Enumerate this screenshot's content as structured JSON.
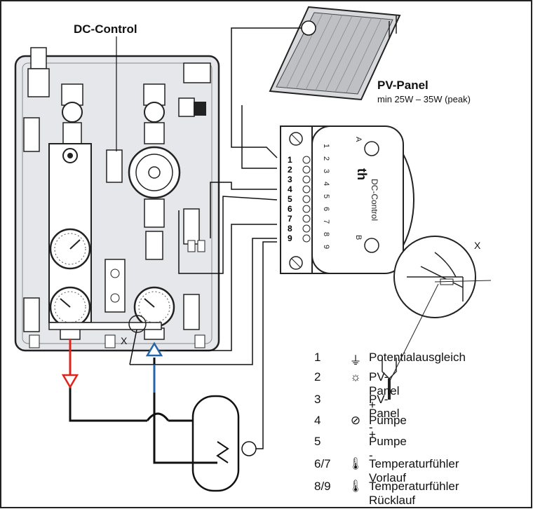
{
  "titles": {
    "dc_control": "DC-Control",
    "pv_panel": "PV-Panel",
    "pv_panel_spec": "min 25W – 35W (peak)"
  },
  "markers": {
    "x_detail": "X",
    "x_pump": "X",
    "a": "A",
    "b": "B"
  },
  "controller": {
    "brand": "th",
    "name": "DC-Control",
    "terminals": [
      "1",
      "2",
      "3",
      "4",
      "5",
      "6",
      "7",
      "8",
      "9"
    ],
    "face_labels": [
      "1",
      "2",
      "3",
      "4",
      "5",
      "6",
      "7",
      "8",
      "9"
    ]
  },
  "legend": [
    {
      "num": "1",
      "icon": "ground-icon",
      "text": "Potentialausgleich"
    },
    {
      "num": "2",
      "icon": "sun-icon",
      "text": "PV-Panel +"
    },
    {
      "num": "3",
      "icon": "",
      "text": "PV-Panel -"
    },
    {
      "num": "4",
      "icon": "pump-icon",
      "text": "Pumpe +"
    },
    {
      "num": "5",
      "icon": "",
      "text": "Pumpe -"
    },
    {
      "num": "6/7",
      "icon": "thermometer-icon",
      "text": "Temperaturfühler Vorlauf"
    },
    {
      "num": "8/9",
      "icon": "thermometer-outline-icon",
      "text": "Temperaturfühler Rücklauf"
    }
  ],
  "colors": {
    "flow_arrow": "#e0241b",
    "return_arrow": "#2566a8",
    "line": "#111111",
    "housing": "#e6e7ea"
  }
}
